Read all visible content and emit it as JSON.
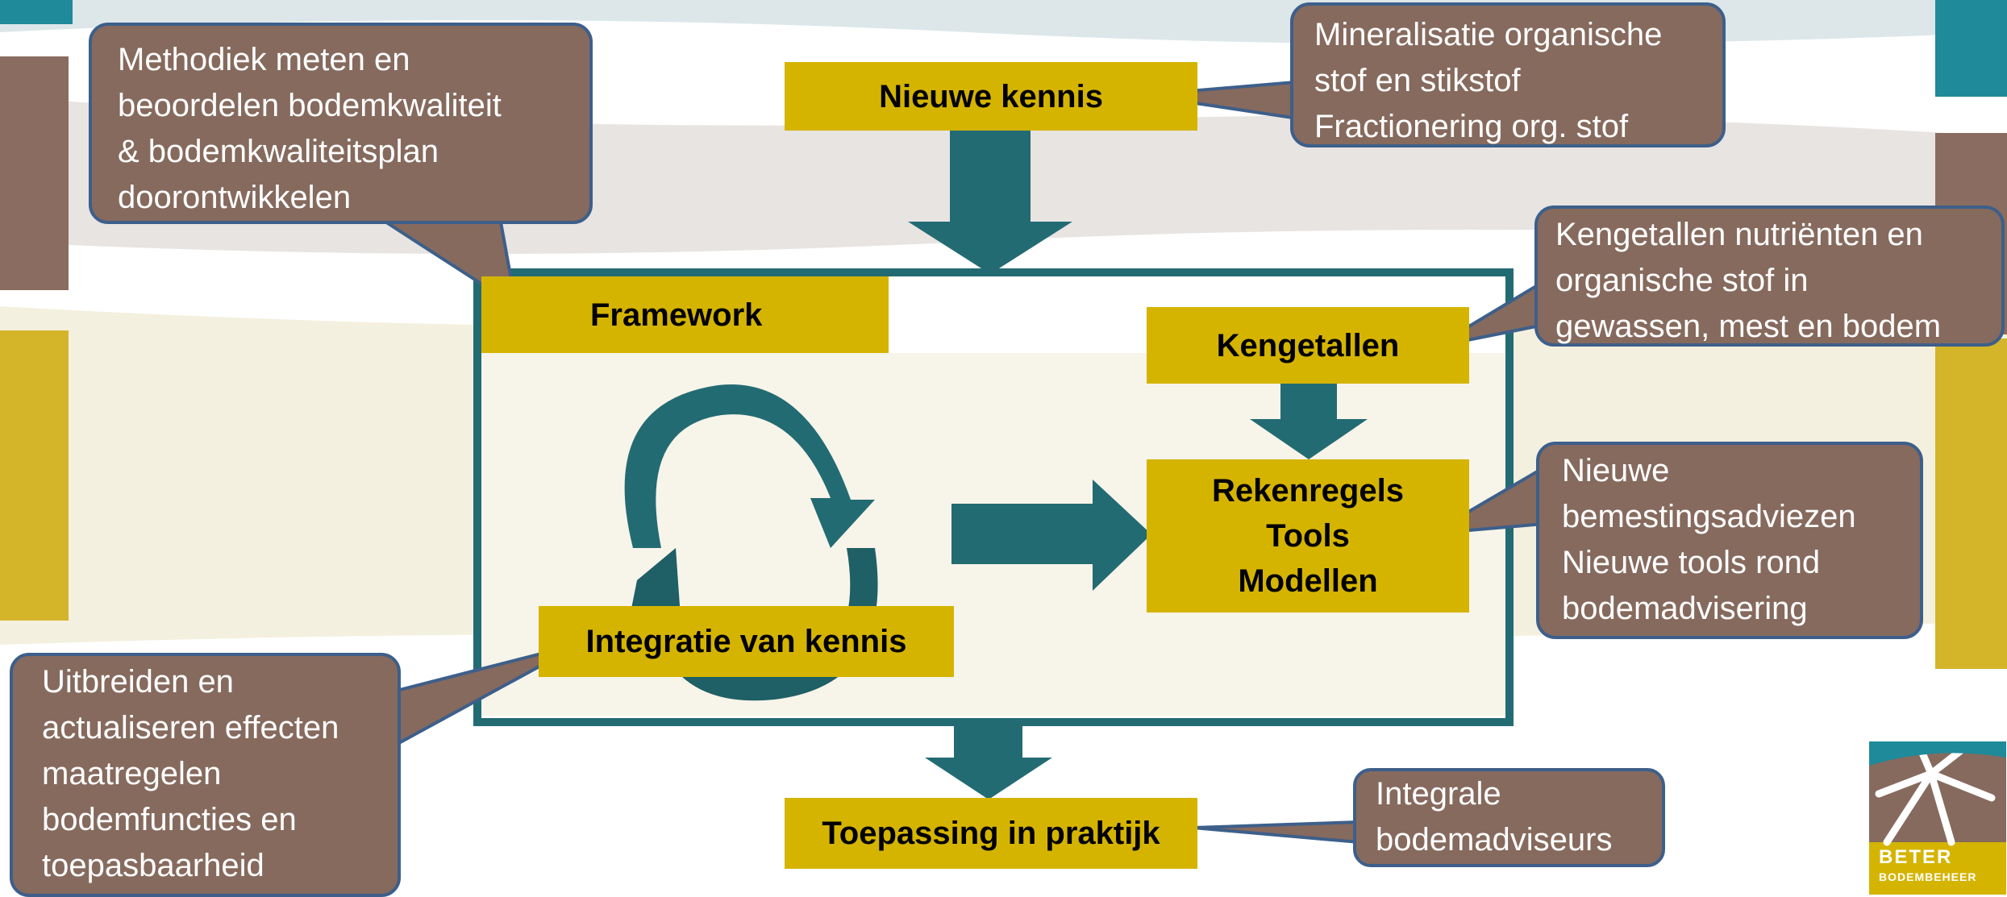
{
  "colors": {
    "box": "#d5b400",
    "callout": "#866a5e",
    "callout_border": "#3d5f8a",
    "arrow": "#236b73",
    "frame": "#236b73",
    "logo_bg": "#d5b400",
    "logo_brown": "#866a5e"
  },
  "diagram": {
    "nieuwe_kennis": "Nieuwe kennis",
    "framework": "Framework",
    "kengetallen": "Kengetallen",
    "rekenregels": "Rekenregels",
    "tools": "Tools",
    "modellen": "Modellen",
    "integratie": "Integratie van kennis",
    "toepassing": "Toepassing in praktijk"
  },
  "callouts": {
    "methodiek": "Methodiek meten en\nbeoordelen bodemkwaliteit\n& bodemkwaliteitsplan\ndoorontwikkelen",
    "mineralisatie": "Mineralisatie organische\nstof en stikstof\nFractionering org. stof",
    "kengetallen_info": "Kengetallen nutriënten en\norganische stof in\ngewassen, mest en bodem",
    "bemesting": "Nieuwe\nbemestingsadviezen\nNieuwe tools rond\nbodemadvisering",
    "uitbreiden": "Uitbreiden en\nactualiseren effecten\nmaatregelen\nbodemfuncties en\ntoepasbaarheid",
    "integrale": "Integrale\nbodemadviseurs"
  },
  "logo": {
    "line1": "BETER",
    "line2": "BODEMBEHEER"
  }
}
